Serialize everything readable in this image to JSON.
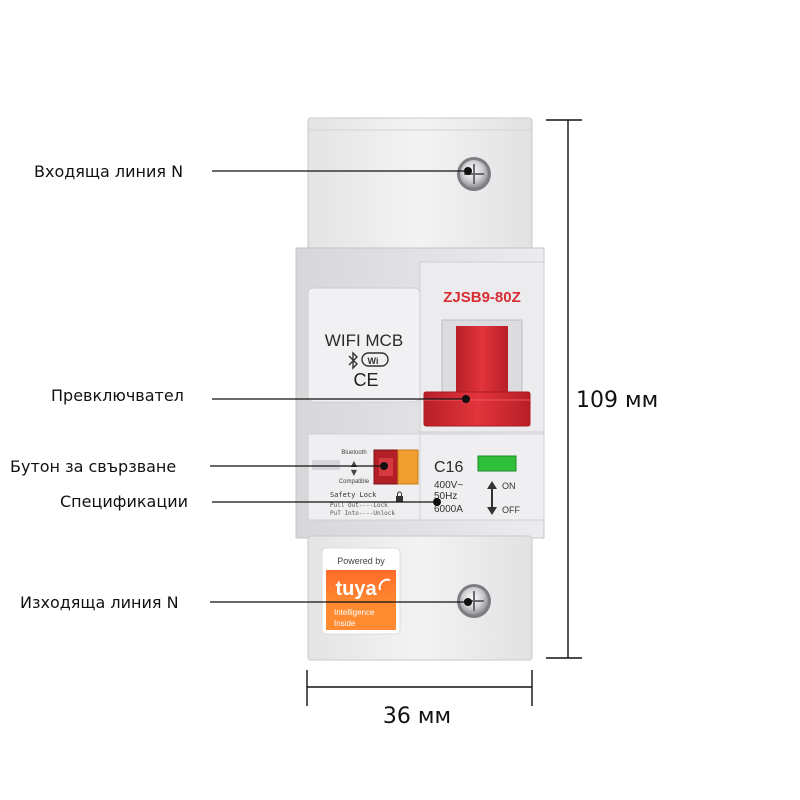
{
  "callouts": {
    "incoming": "Входяща линия N",
    "switch": "Превключвател",
    "pair_button": "Бутон за свързване",
    "specs": "Спецификации",
    "outgoing": "Изходяща линия N"
  },
  "dimensions": {
    "height": "109 мм",
    "width": "36 мм"
  },
  "device": {
    "model": "ZJSB9-80Z",
    "product": "WIFI MCB",
    "wifi": "Wi",
    "ce": "CE",
    "bluetooth": "Bluetooth",
    "compatible": "Compatible",
    "safety_lock": "Safety Lock",
    "pull_out": "Pull Out----Lock",
    "put_into": "PuT Into----Unlock",
    "rating": "C16",
    "voltage": "400V~",
    "frequency": "50Hz",
    "capacity": "6000A",
    "on": "ON",
    "off": "OFF",
    "colors": {
      "handle": "#d92c33",
      "indicator": "#2fbf3a",
      "tuya": "#ff5a28",
      "button_orange": "#f0a030"
    }
  },
  "badge": {
    "powered_by": "Powered by",
    "brand": "tuya",
    "line1": "Intelligence",
    "line2": "Inside"
  }
}
